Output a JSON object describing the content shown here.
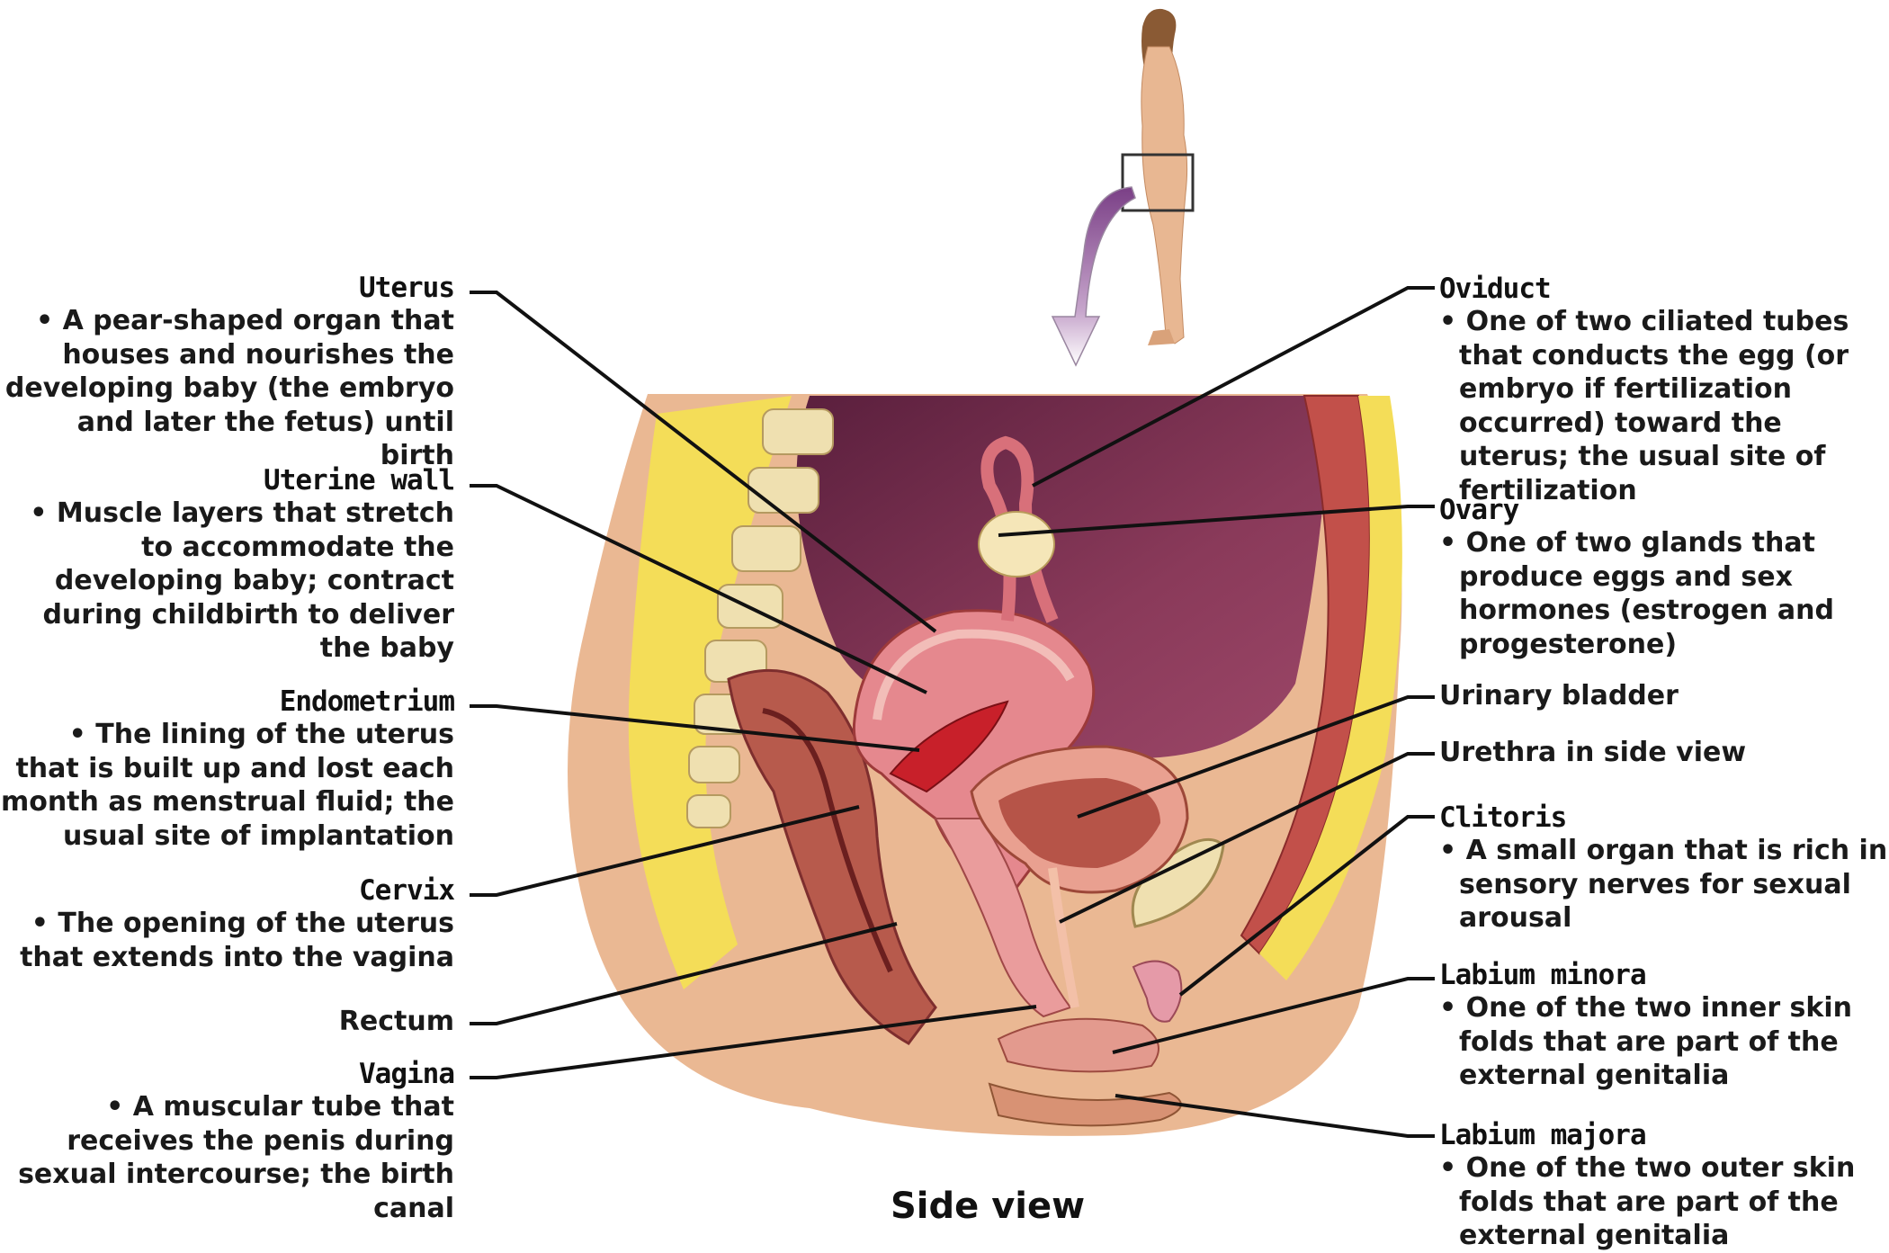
{
  "labels": {
    "uterus": {
      "title": "Uterus",
      "desc": "• A pear-shaped organ that houses and nourishes the developing baby (the embryo and later the fetus) until birth"
    },
    "uterine_wall": {
      "title": "Uterine wall",
      "desc": "• Muscle layers that stretch to accommodate the developing baby; contract during childbirth to deliver the baby"
    },
    "endometrium": {
      "title": "Endometrium",
      "desc": "• The lining of the uterus that is built up and lost each month as menstrual fluid; the usual site of implantation"
    },
    "cervix": {
      "title": "Cervix",
      "desc": "• The opening of the uterus that extends into the vagina"
    },
    "rectum": {
      "title": "Rectum"
    },
    "vagina": {
      "title": "Vagina",
      "desc": "• A muscular tube that receives the penis during sexual intercourse; the birth canal"
    },
    "oviduct": {
      "title": "Oviduct",
      "desc": "• One of two ciliated tubes that conducts the egg (or embryo if fertilization occurred) toward the uterus; the usual site of fertilization"
    },
    "ovary": {
      "title": "Ovary",
      "desc": "• One of two glands that produce eggs and sex hormones (estrogen and progesterone)"
    },
    "urinary_bladder": {
      "title": "Urinary bladder"
    },
    "urethra": {
      "title": "Urethra in side view"
    },
    "clitoris": {
      "title": "Clitoris",
      "desc": "• A small organ that is rich in sensory nerves for sexual arousal"
    },
    "labium_minora": {
      "title": "Labium minora",
      "desc": "• One of the two inner skin folds that are part of the external genitalia"
    },
    "labium_majora": {
      "title": "Labium majora",
      "desc": "• One of the two outer skin folds that are part of the external genitalia"
    }
  },
  "caption": "Side view",
  "colors": {
    "skin": "#e9b791",
    "body_cavity": "#7d3050",
    "muscle": "#d6707a",
    "endometrium": "#c8202a",
    "bone": "#efe0b0",
    "fat": "#f6e04c",
    "leader": "#111111"
  }
}
